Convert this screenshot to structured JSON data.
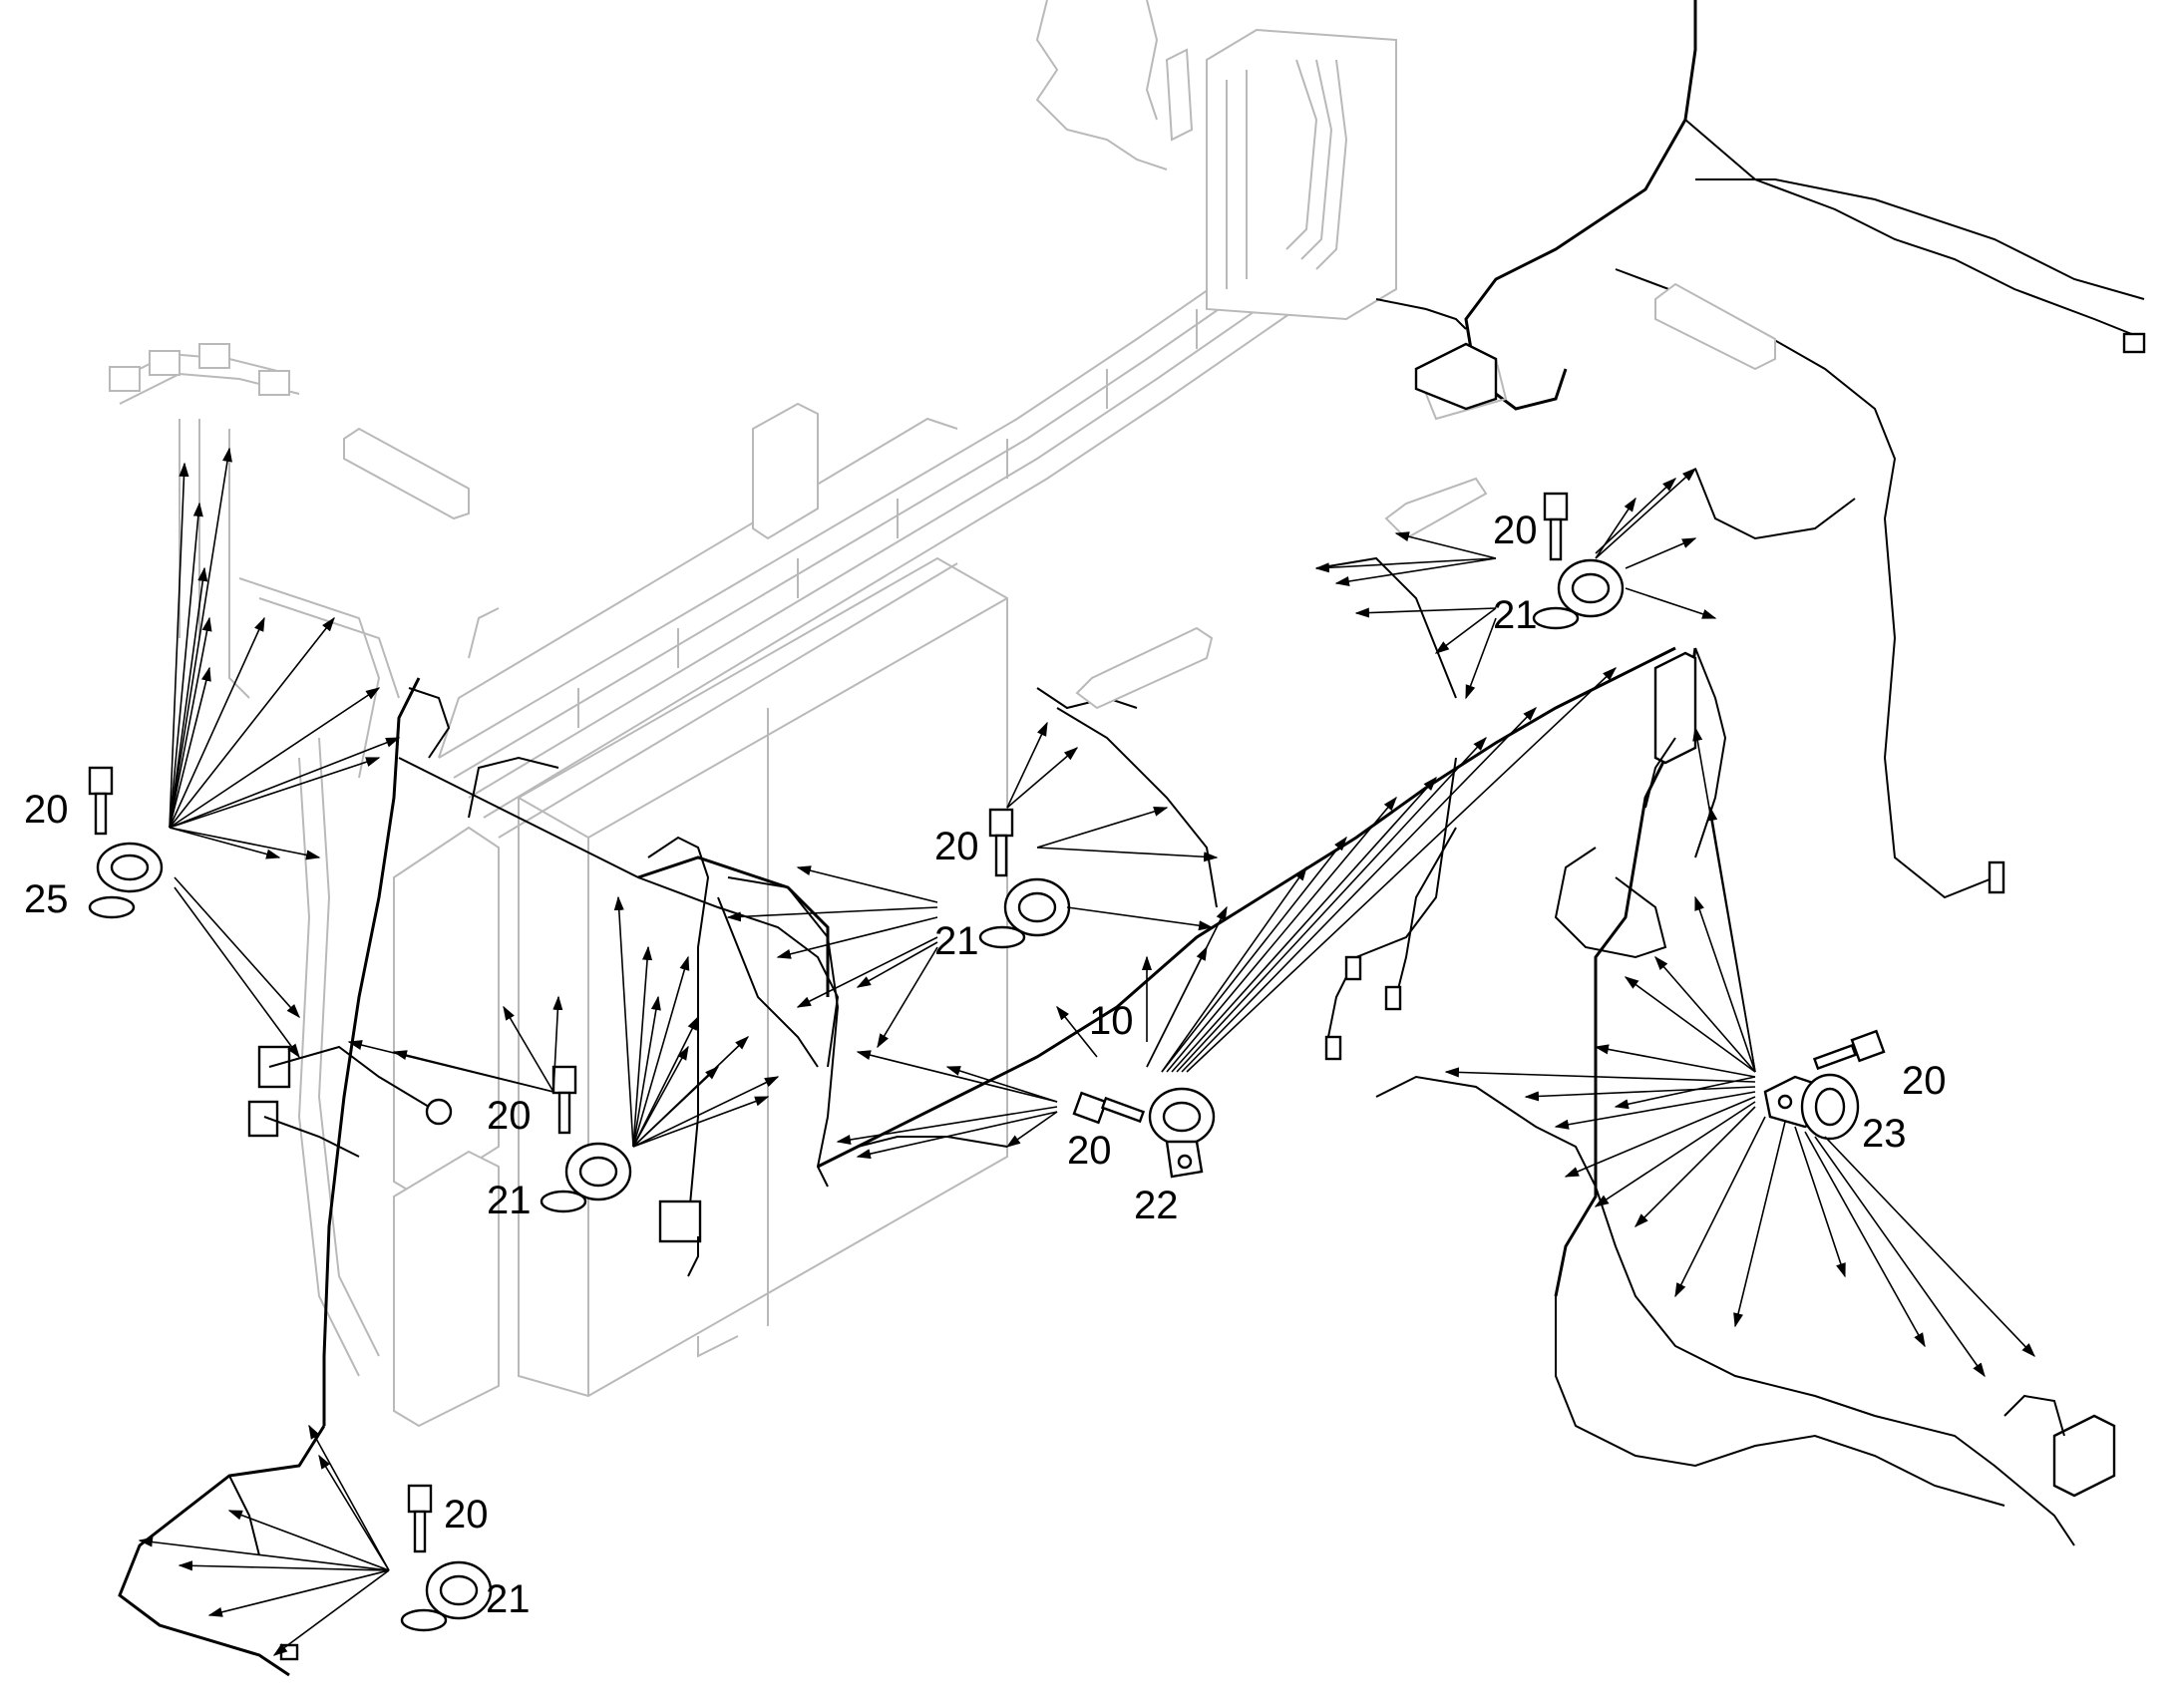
{
  "callouts": {
    "c20_left": "20",
    "c25_left": "25",
    "c20_bottom": "20",
    "c21_bottom": "21",
    "c20_center_lower": "20",
    "c21_center_lower": "21",
    "c20_center_upper": "20",
    "c21_center_upper": "21",
    "c20_upper_right": "20",
    "c21_upper_right": "21",
    "c10_center": "10",
    "c20_center_bolt": "20",
    "c22_center": "22",
    "c20_right": "20",
    "c23_right": "23"
  },
  "colors": {
    "line": "#000000",
    "ghost_structure": "#b9b9b9",
    "background": "#ffffff"
  }
}
